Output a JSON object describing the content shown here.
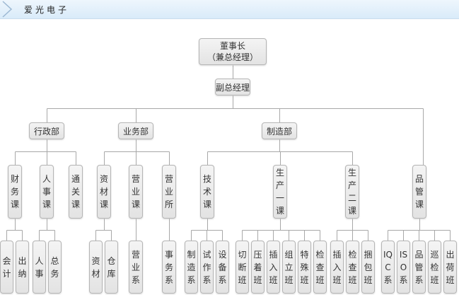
{
  "header": {
    "title": "爱光电子"
  },
  "chart": {
    "root": {
      "line1": "董事长",
      "line2": "（兼总经理）"
    },
    "deputy": "副总经理",
    "departments": [
      "行政部",
      "业务部",
      "制造部"
    ],
    "sections": [
      {
        "label": "财务课",
        "groups": [
          "会计",
          "出纳"
        ]
      },
      {
        "label": "人事课",
        "groups": [
          "人事",
          "总务"
        ]
      },
      {
        "label": "通关课",
        "groups": []
      },
      {
        "label": "资材课",
        "groups": [
          "资材",
          "仓库"
        ]
      },
      {
        "label": "营业课",
        "groups": [
          "营业系"
        ]
      },
      {
        "label": "营业所",
        "groups": [
          "事务系"
        ]
      },
      {
        "label": "技术课",
        "groups": [
          "制造系",
          "试作系",
          "设备系"
        ]
      },
      {
        "label": "生产一课",
        "groups": [
          "切断班",
          "压着班",
          "插入班",
          "组立班",
          "特殊班",
          "检查班"
        ]
      },
      {
        "label": "生产二课",
        "groups": [
          "插入班",
          "检查班",
          "捆包班"
        ]
      },
      {
        "label": "品管课",
        "groups": [
          "IQC系",
          "ISO系",
          "品管系",
          "巡检班",
          "出荷班"
        ]
      }
    ]
  }
}
